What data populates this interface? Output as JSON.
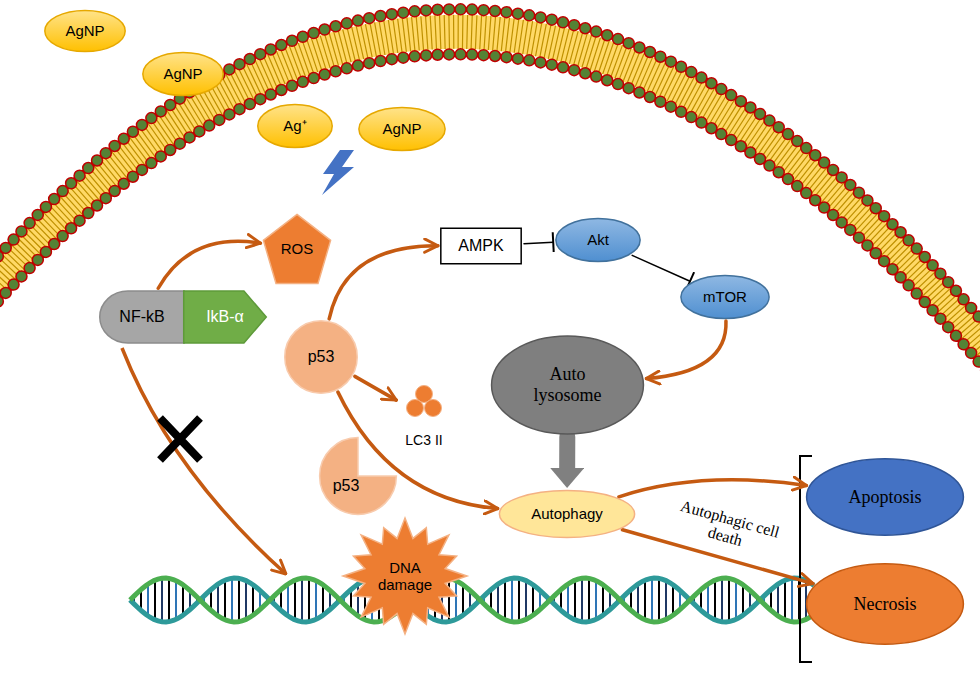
{
  "diagram": {
    "nodes": [
      {
        "text": [
          "AgNP"
        ]
      },
      {
        "text": [
          "AgNP"
        ]
      },
      {
        "text": [
          "Ag⁺"
        ]
      },
      {
        "text": [
          "AgNP"
        ]
      },
      {
        "text": [
          "ROS"
        ]
      },
      {
        "text": [
          "AMPK"
        ]
      },
      {
        "text": [
          "Akt"
        ]
      },
      {
        "text": [
          "NF-kB"
        ]
      },
      {
        "text": [
          "IkB-α"
        ]
      },
      {
        "text": [
          "mTOR"
        ]
      },
      {
        "text": [
          "p53"
        ]
      },
      {
        "text": [
          "LC3 II"
        ]
      },
      {
        "text": [
          "Auto lysosome"
        ]
      },
      {
        "text": [
          "p53"
        ]
      },
      {
        "text": [
          "Autophagy"
        ]
      },
      {
        "text": [
          "DNA damage"
        ]
      },
      {
        "text": [
          "Apoptosis"
        ]
      },
      {
        "text": [
          "Necrosis"
        ]
      }
    ],
    "edges": [
      {
        "from": 7,
        "to": 4,
        "arrow": "to"
      },
      {
        "from": 10,
        "to": 5,
        "arrow": "to"
      },
      {
        "from": 5,
        "to": 6,
        "arrow": "to"
      },
      {
        "from": 6,
        "to": 9,
        "arrow": "to"
      },
      {
        "from": 9,
        "to": 12,
        "arrow": "to"
      },
      {
        "from": 10,
        "to": 11,
        "arrow": "to"
      },
      {
        "from": 10,
        "to": 14,
        "arrow": "to"
      },
      {
        "from": 12,
        "to": 14,
        "arrow": "to"
      },
      {
        "from": 14,
        "to": 16,
        "label": "Autophagic cell death",
        "arrow": "to"
      },
      {
        "from": 14,
        "to": 17,
        "arrow": "to"
      }
    ]
  }
}
